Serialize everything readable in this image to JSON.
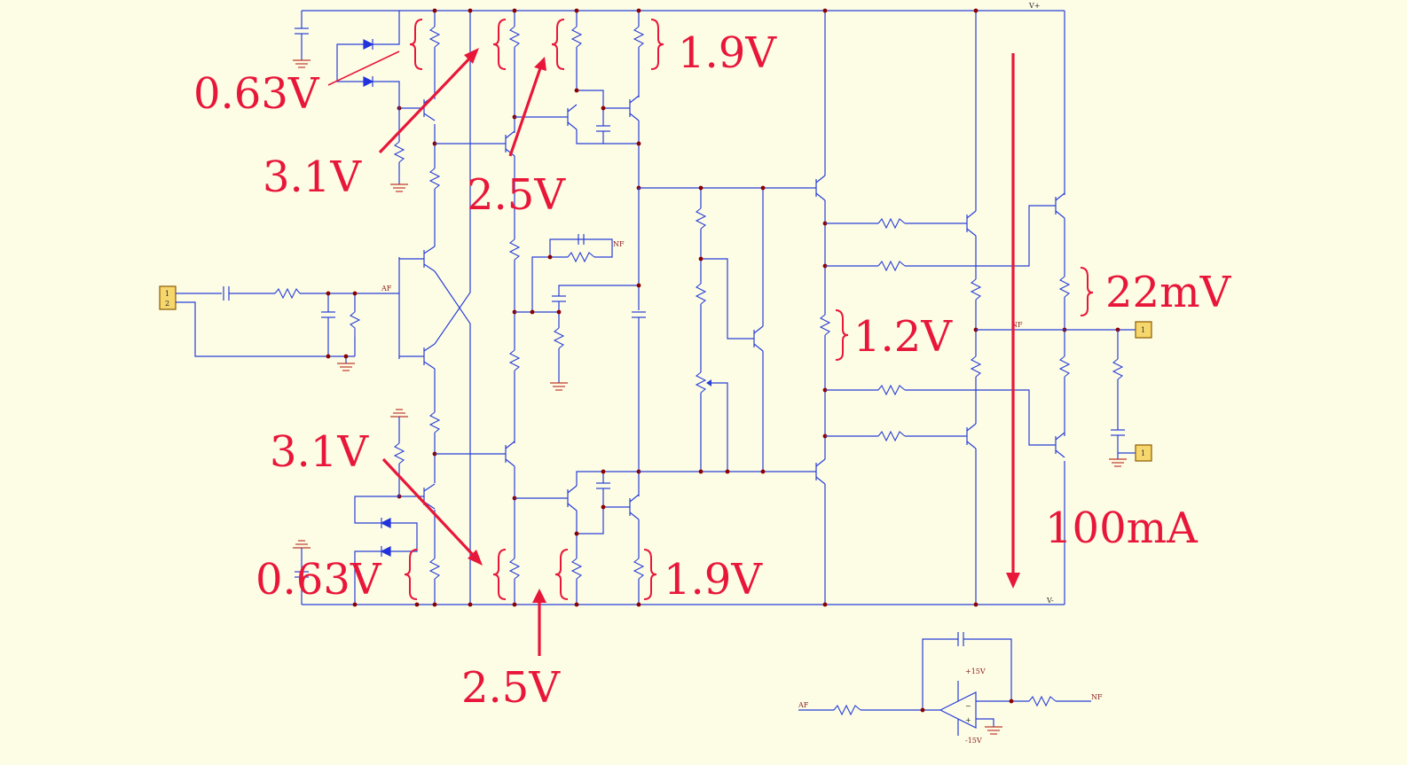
{
  "annotations": {
    "v063_top": "0.63V",
    "v31_top": "3.1V",
    "v25_top": "2.5V",
    "v19_top": "1.9V",
    "v22mv": "22mV",
    "v12": "1.2V",
    "v31_bot": "3.1V",
    "v063_bot": "0.63V",
    "v19_bot": "1.9V",
    "v25_bot": "2.5V",
    "i100ma": "100mA"
  },
  "net_labels": {
    "vplus": "V+",
    "vminus": "V-",
    "af_main": "AF",
    "nf_top": "NF",
    "nf_out": "NF",
    "af_opamp": "AF",
    "nf_opamp": "NF",
    "p15v": "+15V",
    "m15v": "-15V"
  },
  "ports": {
    "input_pin1": "1",
    "input_pin2": "2",
    "output_top": "1",
    "output_bottom": "1"
  },
  "opamp_pins": {
    "minus": "−",
    "plus": "+"
  },
  "colors": {
    "wire": "#2a3fd6",
    "annotation": "#e8173a",
    "background": "#fdfde6"
  }
}
